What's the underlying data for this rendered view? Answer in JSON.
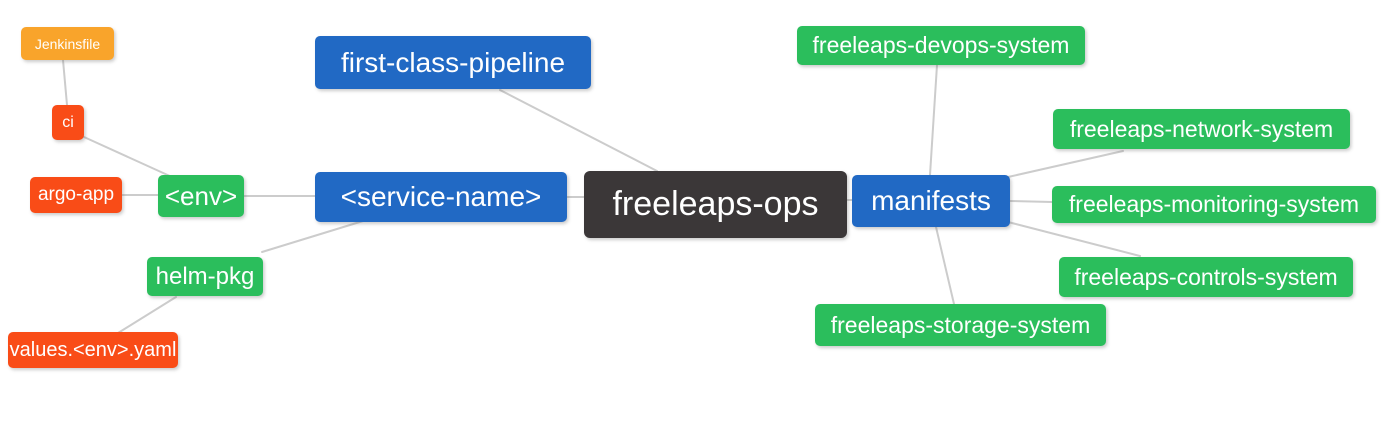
{
  "palette": {
    "root_dark": "#3B3738",
    "branch_blue": "#2169C4",
    "leaf_green": "#2BBE5C",
    "leaf_red": "#F94C17",
    "leaf_amber": "#F9A42B",
    "edge_gray": "#CCCCCC",
    "text_white": "#FFFFFF",
    "background": "#FFFFFF"
  },
  "nodes": {
    "root": {
      "label": "freeleaps-ops",
      "color": "#3B3738"
    },
    "first_class_pipeline": {
      "label": "first-class-pipeline",
      "color": "#2169C4"
    },
    "service_name": {
      "label": "<service-name>",
      "color": "#2169C4"
    },
    "manifests": {
      "label": "manifests",
      "color": "#2169C4"
    },
    "env": {
      "label": "<env>",
      "color": "#2BBE5C"
    },
    "helm_pkg": {
      "label": "helm-pkg",
      "color": "#2BBE5C"
    },
    "ci": {
      "label": "ci",
      "color": "#F94C17"
    },
    "argo_app": {
      "label": "argo-app",
      "color": "#F94C17"
    },
    "values_env_yaml": {
      "label": "values.<env>.yaml",
      "color": "#F94C17"
    },
    "jenkinsfile": {
      "label": "Jenkinsfile",
      "color": "#F9A42B"
    },
    "devops_system": {
      "label": "freeleaps-devops-system",
      "color": "#2BBE5C"
    },
    "network_system": {
      "label": "freeleaps-network-system",
      "color": "#2BBE5C"
    },
    "monitoring_system": {
      "label": "freeleaps-monitoring-system",
      "color": "#2BBE5C"
    },
    "controls_system": {
      "label": "freeleaps-controls-system",
      "color": "#2BBE5C"
    },
    "storage_system": {
      "label": "freeleaps-storage-system",
      "color": "#2BBE5C"
    }
  },
  "edges": [
    {
      "from": "jenkinsfile",
      "to": "ci"
    },
    {
      "from": "ci",
      "to": "env"
    },
    {
      "from": "argo_app",
      "to": "env"
    },
    {
      "from": "env",
      "to": "service_name"
    },
    {
      "from": "helm_pkg",
      "to": "service_name"
    },
    {
      "from": "values_env_yaml",
      "to": "helm_pkg"
    },
    {
      "from": "service_name",
      "to": "root"
    },
    {
      "from": "first_class_pipeline",
      "to": "root"
    },
    {
      "from": "root",
      "to": "manifests"
    },
    {
      "from": "manifests",
      "to": "devops_system"
    },
    {
      "from": "manifests",
      "to": "network_system"
    },
    {
      "from": "manifests",
      "to": "monitoring_system"
    },
    {
      "from": "manifests",
      "to": "controls_system"
    },
    {
      "from": "manifests",
      "to": "storage_system"
    }
  ]
}
